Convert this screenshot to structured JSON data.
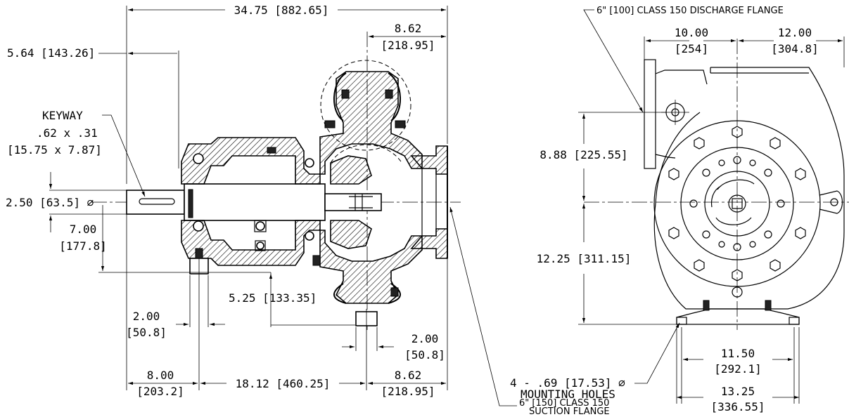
{
  "left_view": {
    "overall_length": "34.75 [882.65]",
    "shaft_to_flange": "5.64 [143.26]",
    "keyway_label": "KEYWAY",
    "keyway_size": ".62 x .31",
    "keyway_metric": "[15.75 x 7.87]",
    "shaft_diameter": "2.50 [63.5] ∅",
    "centerline_height": "7.00",
    "centerline_height_metric": "[177.8]",
    "discharge_offset": "8.62",
    "discharge_offset_metric": "[218.95]",
    "foot_to_pedestal": "5.25 [133.35]",
    "foot_width_left": "2.00",
    "foot_width_left_metric": "[50.8]",
    "foot_width_right": "2.00",
    "foot_width_right_metric": "[50.8]",
    "shaft_end_to_foot": "8.00",
    "shaft_end_to_foot_metric": "[203.2]",
    "foot_spacing": "18.12 [460.25]",
    "foot_to_flange": "8.62",
    "foot_to_flange_metric": "[218.95]"
  },
  "right_view": {
    "discharge_flange_note": "6\" [100] CLASS 150 DISCHARGE FLANGE",
    "flange_to_center": "10.00",
    "flange_to_center_metric": "[254]",
    "center_to_back": "12.00",
    "center_to_back_metric": "[304.8]",
    "upper_height": "8.88 [225.55]",
    "lower_height": "12.25 [311.15]",
    "bolt_spacing": "11.50",
    "bolt_spacing_metric": "[292.1]",
    "foot_overall": "13.25",
    "foot_overall_metric": "[336.55]"
  },
  "notes": {
    "mounting_holes": "4 - .69 [17.53] ∅",
    "mounting_holes_label": "MOUNTING HOLES",
    "suction_flange_line1": "6\" [150] CLASS 150",
    "suction_flange_line2": "SUCTION FLANGE"
  }
}
